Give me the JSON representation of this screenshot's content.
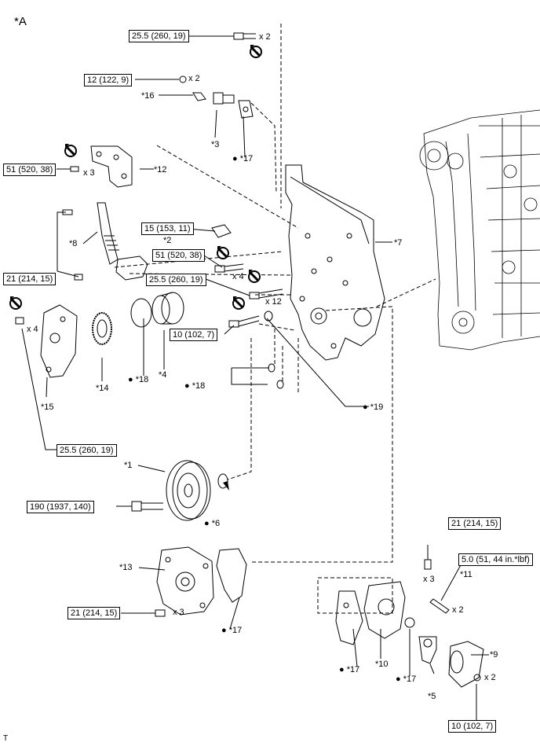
{
  "view_label": "*A",
  "corner_mark": "T",
  "torques": {
    "t1": "25.5 (260, 19)",
    "t2": "12 (122, 9)",
    "t3": "51 (520, 38)",
    "t4": "15 (153, 11)",
    "t5": "51 (520, 38)",
    "t6": "21 (214, 15)",
    "t7": "25.5 (260, 19)",
    "t8": "10 (102, 7)",
    "t9": "25.5 (260, 19)",
    "t10": "190 (1937, 140)",
    "t11": "21 (214, 15)",
    "t12": "21 (214, 15)",
    "t13": "5.0 (51, 44 in.*lbf)",
    "t14": "10 (102, 7)"
  },
  "qty": {
    "q1": "x 2",
    "q2": "x 2",
    "q3": "x 3",
    "q4": "x 4",
    "q5": "x 12",
    "q6": "x 4",
    "q7": "x 3",
    "q8": "x 3",
    "q9": "x 2",
    "q10": "x 2"
  },
  "labels": {
    "p16": "*16",
    "p3": "*3",
    "p17a": "● *17",
    "p12": "*12",
    "p8": "*8",
    "p2": "*2",
    "p7": "*7",
    "p14": "*14",
    "p18a": "● *18",
    "p4": "*4",
    "p18b": "● *18",
    "p19": "● *19",
    "p15": "*15",
    "p1": "*1",
    "p6": "● *6",
    "p13": "*13",
    "p17b": "● *17",
    "p11": "*11",
    "p9": "*9",
    "p10": "*10",
    "p17c": "● *17",
    "p17d": "● *17",
    "p5": "*5"
  },
  "icons": [
    "bolt-icon",
    "nut-icon",
    "no-reuse-icon",
    "gasket-icon",
    "o-ring-icon",
    "pulley-icon",
    "water-pump-icon"
  ]
}
